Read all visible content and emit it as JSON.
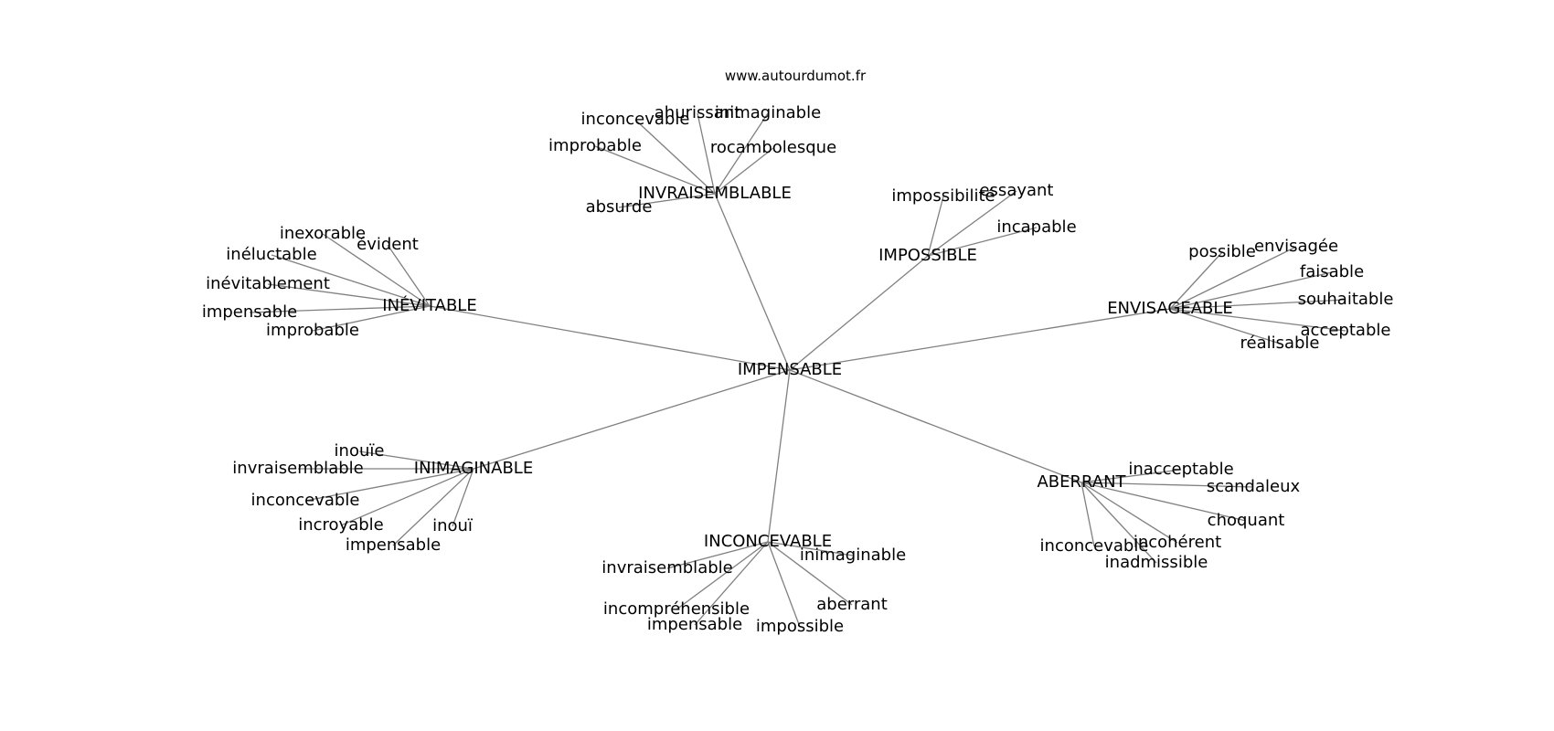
{
  "source": "www.autourdumot.fr",
  "edge_color": "#808080",
  "center": "IMPENSABLE",
  "groups": [
    {
      "hub": "INVRAISEMBLABLE",
      "leaves": [
        "inconcevable",
        "ahurissant",
        "inimaginable",
        "improbable",
        "rocambolesque",
        "absurde"
      ]
    },
    {
      "hub": "IMPOSSIBLE",
      "leaves": [
        "impossibilité",
        "essayant",
        "incapable"
      ]
    },
    {
      "hub": "INÉVITABLE",
      "leaves": [
        "inexorable",
        "évident",
        "inéluctable",
        "inévitablement",
        "impensable",
        "improbable"
      ]
    },
    {
      "hub": "ENVISAGEABLE",
      "leaves": [
        "possible",
        "envisagée",
        "faisable",
        "souhaitable",
        "acceptable",
        "réalisable"
      ]
    },
    {
      "hub": "INIMAGINABLE",
      "leaves": [
        "inouïe",
        "invraisemblable",
        "inconcevable",
        "incroyable",
        "inouï",
        "impensable"
      ]
    },
    {
      "hub": "ABERRANT",
      "leaves": [
        "inacceptable",
        "scandaleux",
        "choquant",
        "incohérent",
        "inconcevable",
        "inadmissible"
      ]
    },
    {
      "hub": "INCONCEVABLE",
      "leaves": [
        "inimaginable",
        "invraisemblable",
        "incompréhensible",
        "aberrant",
        "impensable",
        "impossible"
      ]
    }
  ]
}
